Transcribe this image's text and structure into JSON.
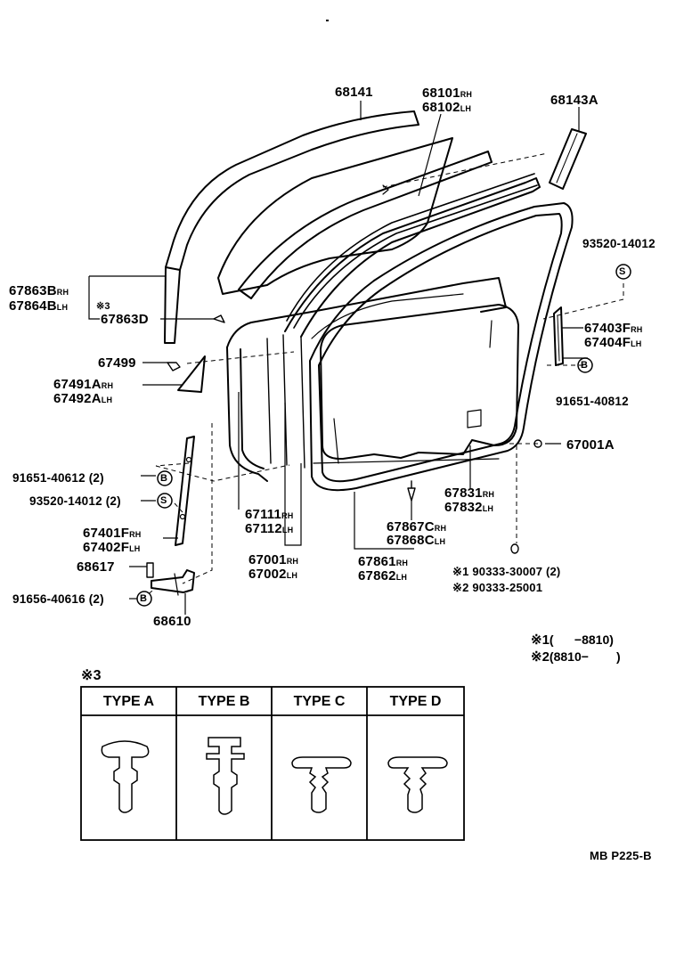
{
  "labels": {
    "p68141": "68141",
    "p68101": "68101",
    "p68102": "68102",
    "p68143A": "68143A",
    "p93520a": "93520-14012",
    "p67863B": "67863B",
    "p67864B": "67864B",
    "p67863D": "67863D",
    "star3": "※3",
    "p67403F": "67403F",
    "p67404F": "67404F",
    "p67499": "67499",
    "p67491A": "67491A",
    "p67492A": "67492A",
    "p91651a": "91651-40812",
    "p67001A": "67001A",
    "p91651b": "91651-40612 (2)",
    "p93520b": "93520-14012 (2)",
    "p67111": "67111",
    "p67112": "67112",
    "p67831": "67831",
    "p67832": "67832",
    "p67401F": "67401F",
    "p67402F": "67402F",
    "p67867C": "67867C",
    "p67868C": "67868C",
    "p67001": "67001",
    "p67002": "67002",
    "p67861": "67861",
    "p67862": "67862",
    "p68617": "68617",
    "p91656": "91656-40616 (2)",
    "p68610": "68610",
    "n1": "※1 90333-30007 (2)",
    "n2": "※2 90333-25001",
    "rh": "RH",
    "lh": "LH"
  },
  "callouts": {
    "b": "B",
    "s": "S"
  },
  "notes": {
    "k1": "※1",
    "k1v": "(      −8810)",
    "k2": "※2",
    "k2v": "(8810−        )"
  },
  "types_table": {
    "marker": "※3",
    "headers": [
      "TYPE  A",
      "TYPE  B",
      "TYPE  C",
      "TYPE  D"
    ]
  },
  "figure_code": "MB P225-B"
}
